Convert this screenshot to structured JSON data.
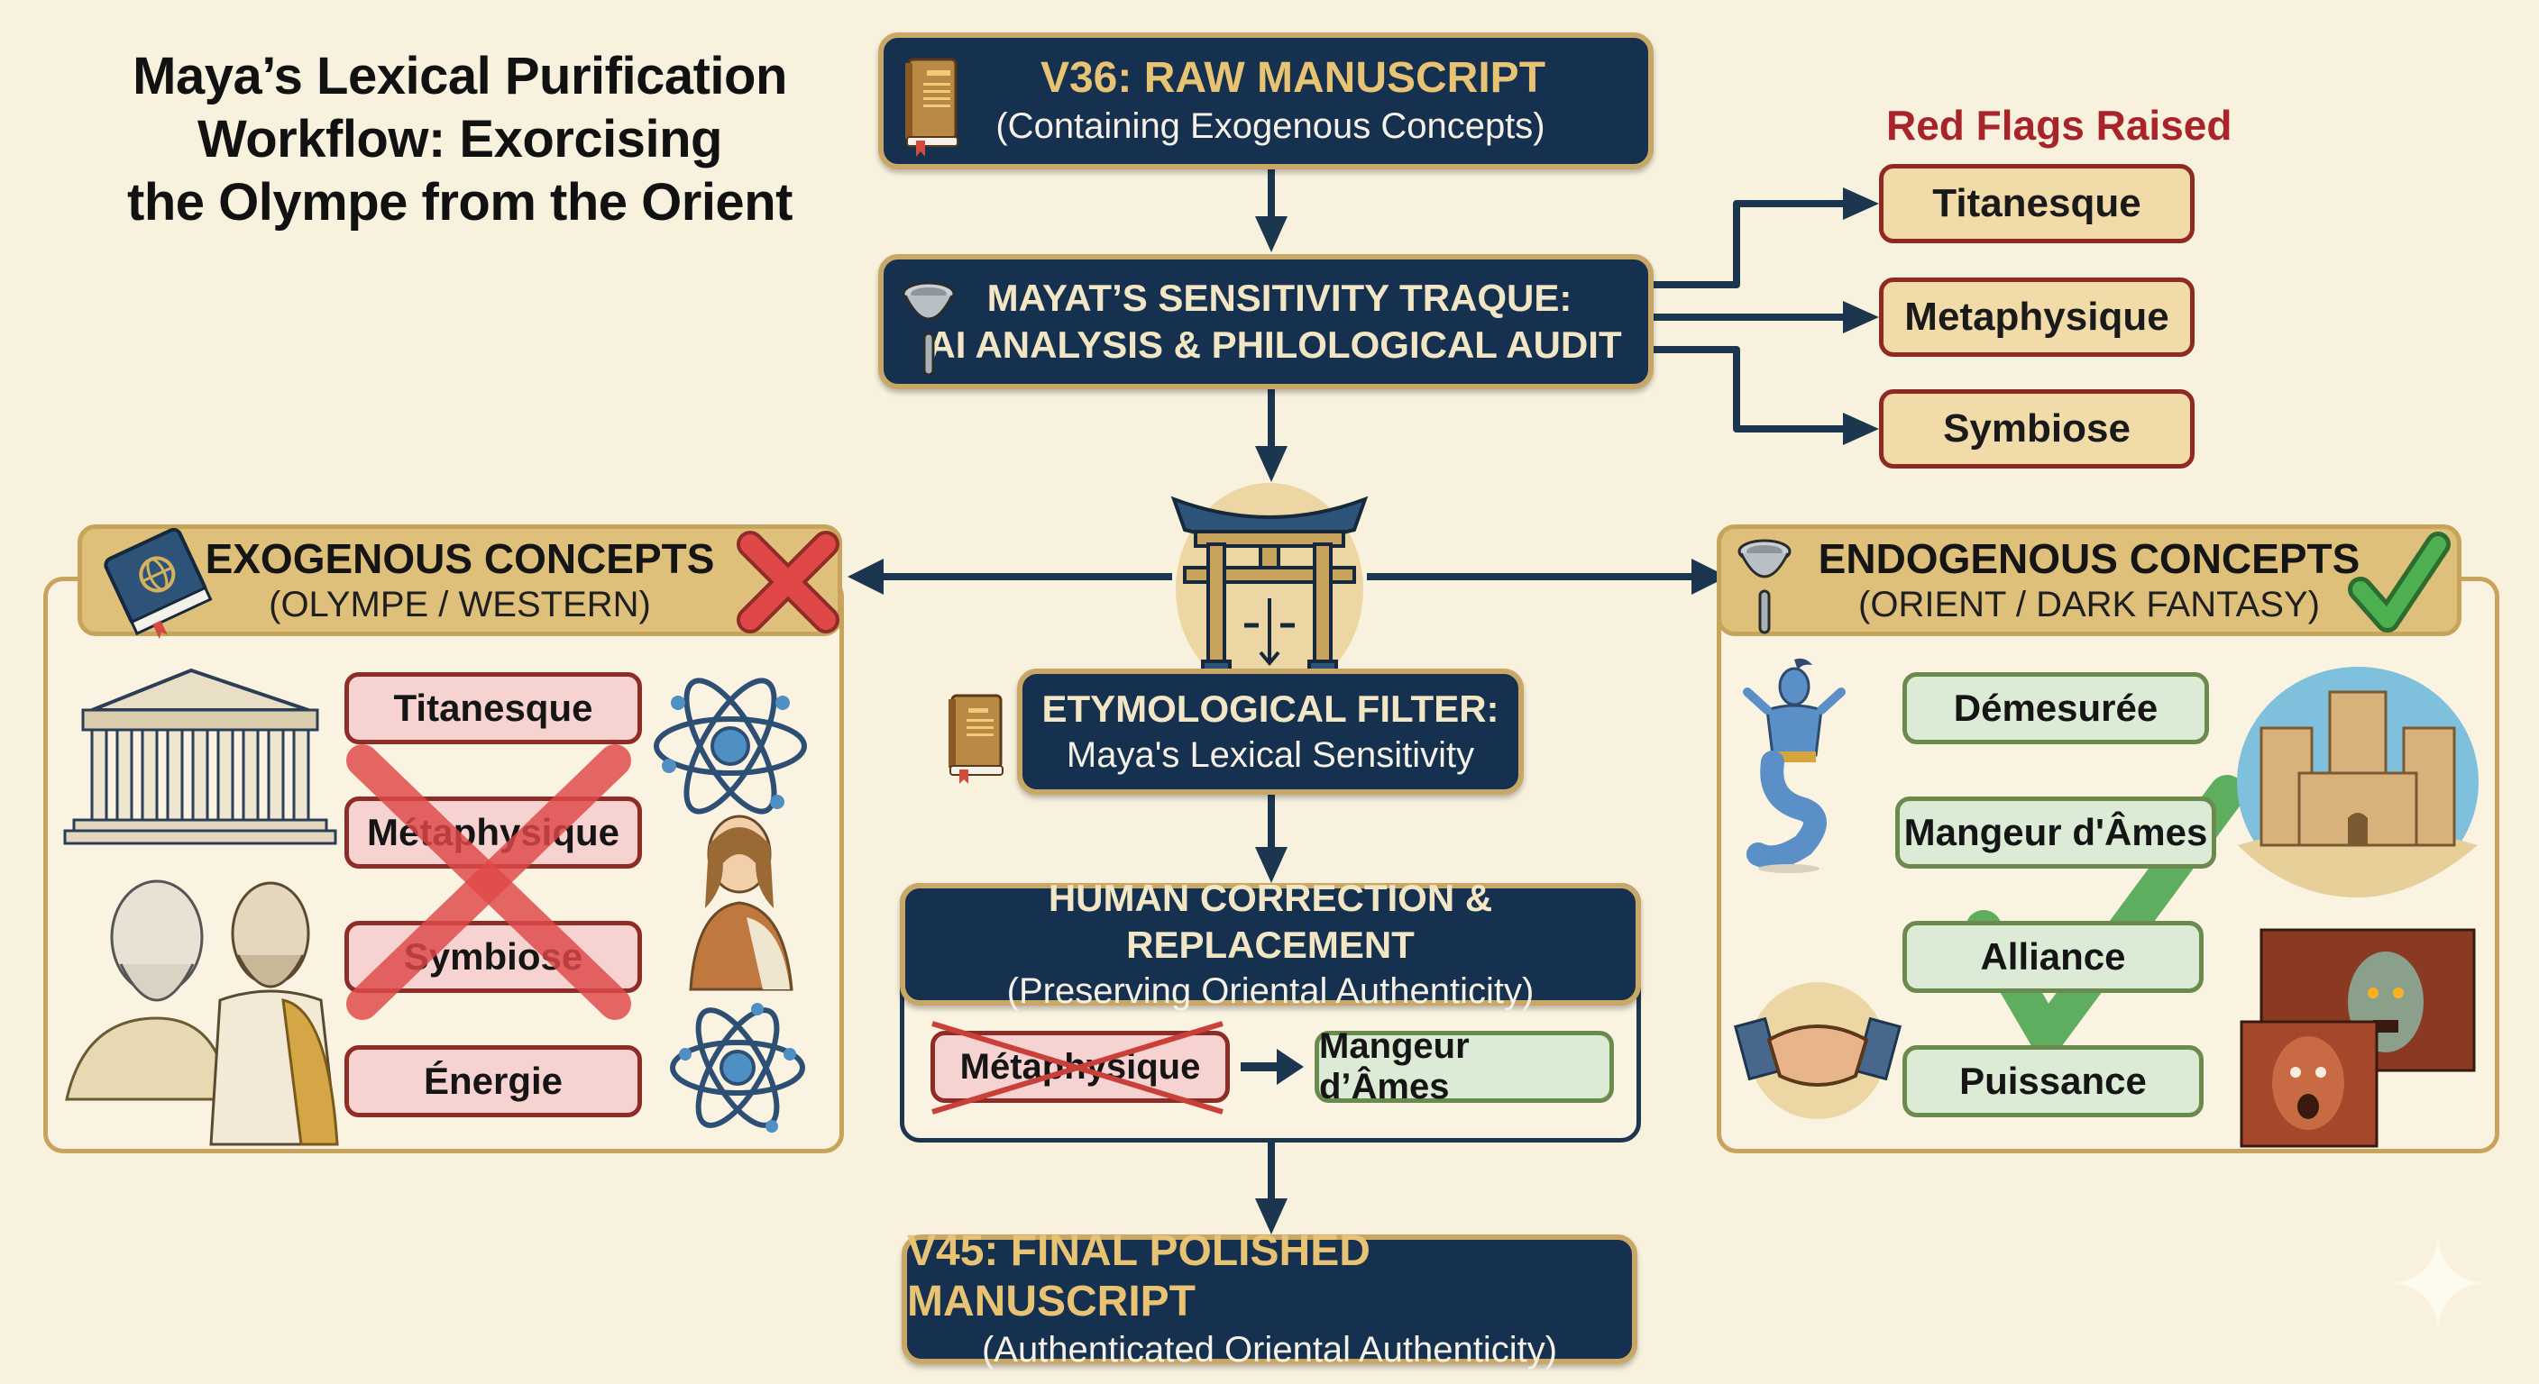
{
  "title": {
    "line1": "Maya’s Lexical Purification",
    "line2": "Workflow: Exorcising",
    "line3": "the Olympe from the Orient"
  },
  "colors": {
    "background": "#f8f1de",
    "navy": "#16314f",
    "gold": "#c9a867",
    "gold_text": "#e8c374",
    "red_flag": "#a8232a",
    "rejected_fill": "#f6d3d0",
    "accepted_fill": "#dcebd5",
    "cross": "#d94444",
    "check": "#4caf50"
  },
  "flow": {
    "raw_manuscript": {
      "icon": "book-icon",
      "title": "V36: RAW MANUSCRIPT",
      "subtitle": "(Containing Exogenous Concepts)"
    },
    "sensitivity_traque": {
      "icon": "strainer-icon",
      "line1": "MAYAT’S SENSITIVITY TRAQUE:",
      "line2": "AI ANALYSIS & PHILOLOGICAL AUDIT"
    },
    "red_flags": {
      "label": "Red Flags Raised",
      "items": [
        "Titanesque",
        "Metaphysique",
        "Symbiose"
      ]
    },
    "gate": {
      "icon": "torii-gate-icon"
    },
    "etymological_filter": {
      "icon": "book-icon",
      "title": "ETYMOLOGICAL FILTER:",
      "subtitle": "Maya's Lexical Sensitivity"
    },
    "human_correction": {
      "title": "HUMAN CORRECTION & REPLACEMENT",
      "subtitle": "(Preserving Oriental Authenticity)",
      "from": "Métaphysique",
      "to": "Mangeur d’Âmes"
    },
    "final_manuscript": {
      "title": "V45: FINAL POLISHED MANUSCRIPT",
      "subtitle": "(Authenticated Oriental Authenticity)"
    }
  },
  "exogenous": {
    "icon": "globe-book-icon",
    "title": "EXOGENOUS CONCEPTS",
    "subtitle": "(OLYMPE / WESTERN)",
    "status_icon": "red-x-icon",
    "items": [
      "Titanesque",
      "Métaphysique",
      "Symbiose",
      "Énergie"
    ],
    "illustrations": [
      "greek-temple-icon",
      "philosophers-icon",
      "atom-icon",
      "thinking-woman-icon",
      "atom-icon"
    ]
  },
  "endogenous": {
    "icon": "strainer-icon",
    "title": "ENDOGENOUS CONCEPTS",
    "subtitle": "(ORIENT / DARK FANTASY)",
    "status_icon": "green-check-icon",
    "items": [
      "Démesurée",
      "Mangeur d'Âmes",
      "Alliance",
      "Puissance"
    ],
    "illustrations": [
      "genie-icon",
      "desert-fortress-icon",
      "handshake-icon",
      "demon-faces-icon"
    ]
  },
  "watermark": {
    "icon": "sparkle-icon"
  }
}
